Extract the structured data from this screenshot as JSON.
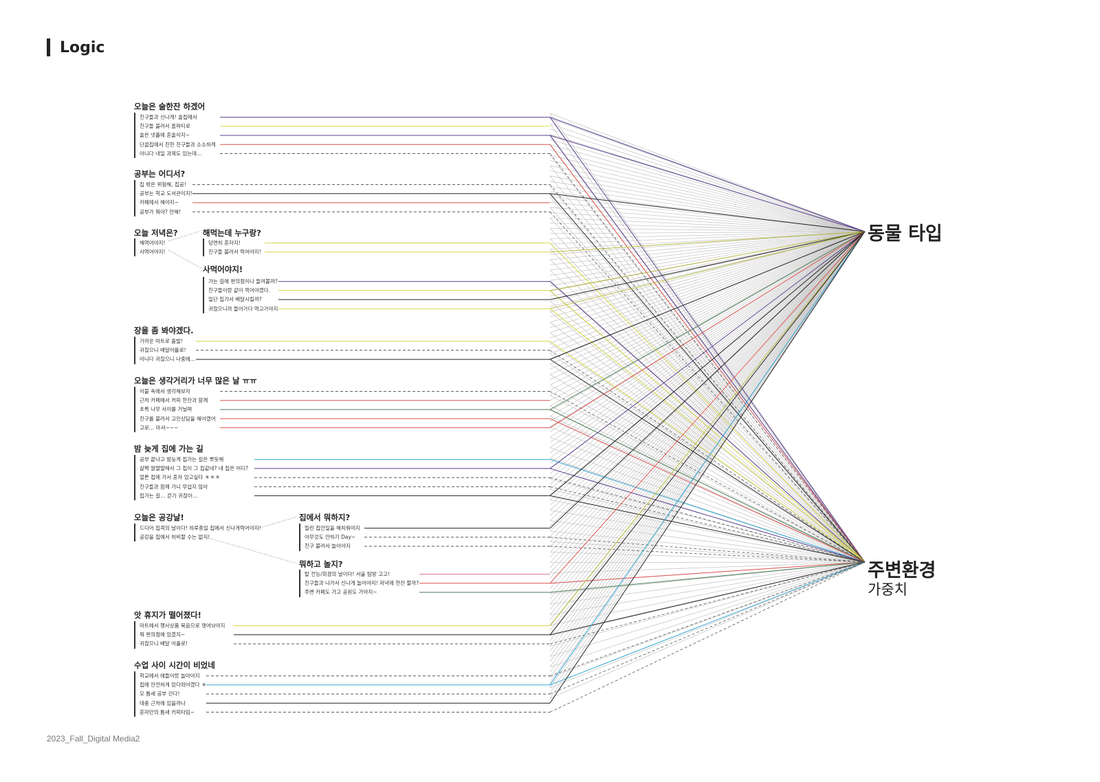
{
  "header": {
    "title": "Logic"
  },
  "footer": {
    "text": "2023_Fall_Digital Media2"
  },
  "targets": {
    "animal_type": "동물 타입",
    "env_1": "주변환경",
    "env_2": "가중치"
  },
  "colors": {
    "gray": "#c8c8c8",
    "black": "#222222",
    "purple": "#5b3f8c",
    "red": "#d9534f",
    "yellow": "#d6d64a",
    "blue": "#35a8d6",
    "pink": "#e0709a",
    "green": "#4a7a55"
  },
  "blocks": [
    {
      "question": "오늘은 술한잔 하겠어",
      "options": [
        {
          "text": "친구들과 신나게! 술집에서",
          "color": "purple"
        },
        {
          "text": "친구들 불러서 홈파티로",
          "color": "yellow"
        },
        {
          "text": "술은 넷플에 혼술이지~",
          "color": "purple"
        },
        {
          "text": "단골집에서 친한 친구들과 소소하게",
          "color": "red"
        },
        {
          "text": "아니다 내일 과제도 있는데…",
          "color": "dashed"
        }
      ]
    },
    {
      "question": "공부는 어디서?",
      "options": [
        {
          "text": "집 밖은 위험해, 집공!",
          "color": "dashed"
        },
        {
          "text": "공부는 학교 도서관이지!",
          "color": "black"
        },
        {
          "text": "카페에서 해야지~",
          "color": "red"
        },
        {
          "text": "공부가 뭐야? 안해!",
          "color": "dashed"
        }
      ]
    },
    {
      "question": "오늘 저녁은?",
      "options": [
        {
          "text": "해먹어야지!",
          "color": "none"
        },
        {
          "text": "사먹어야지!",
          "color": "none"
        }
      ]
    },
    {
      "question": "해먹는데 누구랑?",
      "options": [
        {
          "text": "당연히 혼자지!",
          "color": "yellow"
        },
        {
          "text": "친구들 불러서 먹어야지!",
          "color": "yellow"
        }
      ]
    },
    {
      "question": "사먹어야지!",
      "options": [
        {
          "text": "가는 길에 편의점이나  들려볼까?",
          "color": "purple"
        },
        {
          "text": "친구들이랑 같이 먹어야겠다.",
          "color": "yellow"
        },
        {
          "text": "일단 집가서 배달시킬까?",
          "color": "black"
        },
        {
          "text": "귀찮으니까 들어가다 먹고가야지",
          "color": "yellow"
        }
      ]
    },
    {
      "question": "장을 좀 봐야겠다.",
      "options": [
        {
          "text": "가까운 마트로 출발!",
          "color": "yellow"
        },
        {
          "text": "귀찮으니 배달어플로!",
          "color": "dashed"
        },
        {
          "text": "아니다 귀찮으니 나중에…",
          "color": "black"
        }
      ]
    },
    {
      "question": "오늘은 생각거리가 너무 많은 날 ㅠㅠ",
      "options": [
        {
          "text": "이불 속에서 생각해보자",
          "color": "dashed"
        },
        {
          "text": "근처 카페에서 커피 한잔과 함께",
          "color": "red"
        },
        {
          "text": "초록 나무 사이를 거닐며",
          "color": "green"
        },
        {
          "text": "친구를 불러서 고민상담을 해야겠어",
          "color": "red"
        },
        {
          "text": "고로… 마셔~~~",
          "color": "red"
        }
      ]
    },
    {
      "question": "밤 늦게 집에 가는 길",
      "options": [
        {
          "text": "공부 끝나고 밤늦게 집가는 길은 뿌듯해",
          "color": "blue"
        },
        {
          "text": "살짝 알딸딸해서 그 집이 그 집같네? 내 집은 어디?",
          "color": "purple"
        },
        {
          "text": "얼른 집에 가서 혼자 있고싶다 ＊＊＊",
          "color": "dashed"
        },
        {
          "text": "친구들과 함께 가니 무섭지 않아",
          "color": "dashed"
        },
        {
          "text": "집가는 길… 걷기 귀찮아…",
          "color": "black"
        }
      ]
    },
    {
      "question": "오늘은 공강날!",
      "options": [
        {
          "text": "드디어 집콕의 날이다! 하루종일 집에서 신나게먹어야지!",
          "color": "none"
        },
        {
          "text": "공강을 집에서 허비할 수는 없지!",
          "color": "none"
        }
      ]
    },
    {
      "question": "집에서 뭐하지?",
      "options": [
        {
          "text": "밀린 집안일을 해치워야지",
          "color": "black"
        },
        {
          "text": "아무것도 안하기 Day~",
          "color": "dashed"
        },
        {
          "text": "친구 불러서 놀아야지",
          "color": "dashed"
        }
      ]
    },
    {
      "question": "뭐하고 놀지?",
      "options": [
        {
          "text": "탈 전능/희경의 날이다! 서울 탐방 고고!",
          "color": "pink"
        },
        {
          "text": "친구들과 나가서 신나게 놀아야지! 저녁에 한잔 할까?",
          "color": "red"
        },
        {
          "text": "주변 카페도 가고 공원도 가야지~",
          "color": "green"
        }
      ]
    },
    {
      "question": "앗 휴지가 떨어졌다!",
      "options": [
        {
          "text": "마트에서 행사상품 묶음으로 쟁여놔야지",
          "color": "yellow"
        },
        {
          "text": "뭐 편의점에 있겠지~",
          "color": "black"
        },
        {
          "text": "귀찮으니 배달 어플로!",
          "color": "dashed"
        }
      ]
    },
    {
      "question": "수업 사이 시간이 비었네",
      "options": [
        {
          "text": "학교에서 애들이랑 놀아야지",
          "color": "dashed"
        },
        {
          "text": "집에 안전하게 있다와야겠다 ＊",
          "color": "blue"
        },
        {
          "text": "오 틈새 공부 간다!",
          "color": "dashed"
        },
        {
          "text": "대충 근처에 있을까나",
          "color": "black"
        },
        {
          "text": "혼자만의 틈새 커피타임~",
          "color": "dashed"
        }
      ]
    }
  ]
}
